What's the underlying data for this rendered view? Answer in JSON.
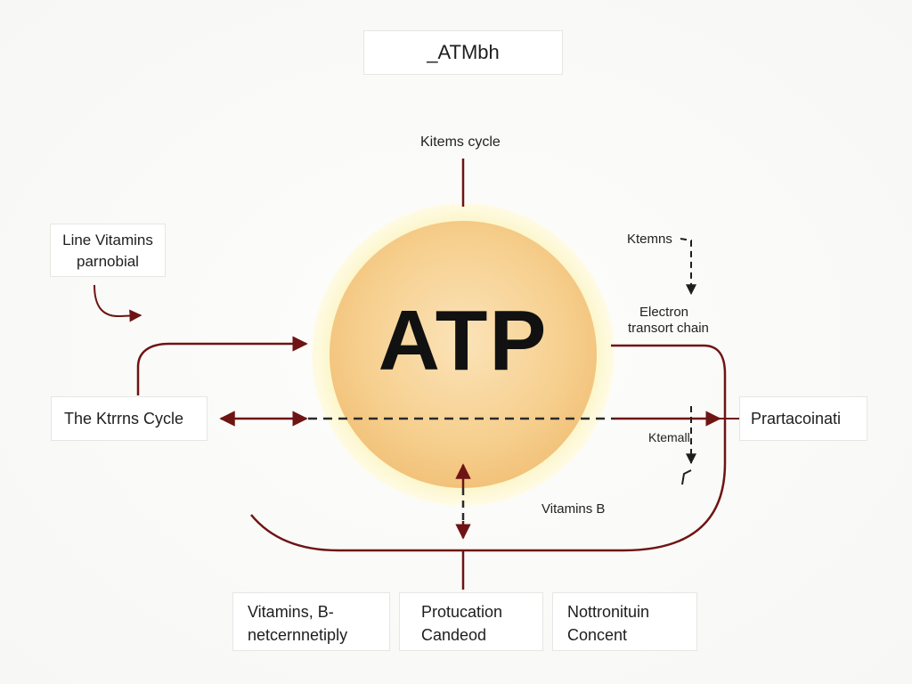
{
  "title": "_ATMbh",
  "center": {
    "label": "ATP"
  },
  "labels": {
    "top": "Kitems cycle",
    "upper_right": "Ktemns",
    "electron": [
      "Electron",
      "transort chain"
    ],
    "mid_right": "Ktemall",
    "vitamins_b": "Vitamins B"
  },
  "boxes": {
    "left_upper": [
      "Line Vitamins",
      "parnobial"
    ],
    "left_middle": [
      "The Ktrrns Cycle"
    ],
    "right_middle": [
      "Prartacoinati"
    ],
    "bottom_left": [
      "Vitamins, B-",
      "netcernnetiply"
    ],
    "bottom_center": [
      "Protucation",
      "Candeod"
    ],
    "bottom_right": [
      "Nottronituin",
      "Concent"
    ]
  },
  "colors": {
    "arrow": "#6e1414",
    "dashed": "#2a2a2a",
    "circle_core": "#f6cf8e",
    "circle_halo": "#fbf6c6"
  }
}
